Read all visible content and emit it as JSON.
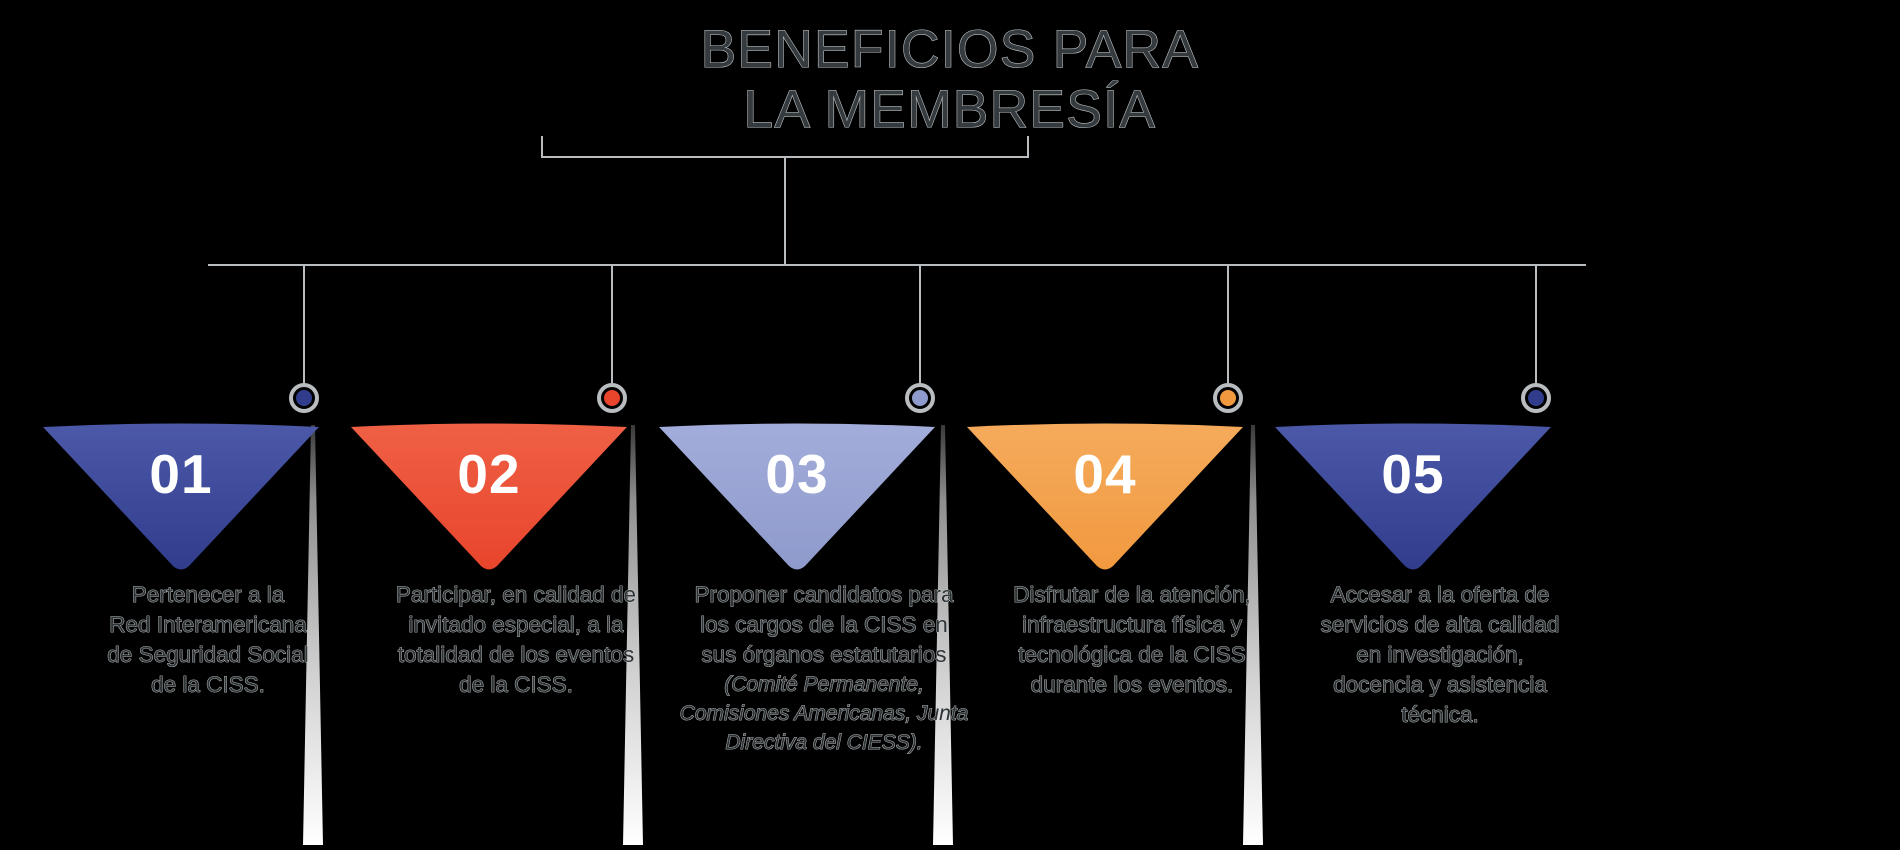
{
  "title": {
    "line1": "BENEFICIOS PARA",
    "line2": "LA MEMBRESÍA"
  },
  "colors": {
    "background": "#000000",
    "connector": "#b9bdbf",
    "title_text": "#343a3d",
    "title_outline": "#c9cdcf",
    "caption_text": "#2e3335",
    "caption_outline": "#cfd3d5",
    "number_text": "#ffffff"
  },
  "items": [
    {
      "number": "01",
      "color": "#313d8c",
      "color_light": "#4c58a8",
      "dot_color": "#313d8c",
      "text": "Pertenecer a la Red Interamericana de Seguridad Social de la CISS.",
      "lines": [
        "Pertenecer a la",
        "Red Interamericana",
        "de Seguridad Social",
        "de la CISS."
      ],
      "note": ""
    },
    {
      "number": "02",
      "color": "#e8452c",
      "color_light": "#ef6045",
      "dot_color": "#e8452c",
      "text": "Participar, en calidad de invitado especial, a la totalidad de los eventos de la CISS.",
      "lines": [
        "Participar, en calidad de",
        "invitado especial, a la",
        "totalidad de los eventos",
        "de la CISS."
      ],
      "note": ""
    },
    {
      "number": "03",
      "color": "#8e9acb",
      "color_light": "#a3addb",
      "dot_color": "#8e9acb",
      "text": "Proponer candidatos para los cargos de la CISS en sus órganos estatutarios",
      "lines": [
        "Proponer candidatos para",
        "los cargos de la CISS en",
        "sus órganos estatutarios"
      ],
      "note": "(Comité Permanente, Comisiones Americanas, Junta Directiva del CIESS)."
    },
    {
      "number": "04",
      "color": "#f1993f",
      "color_light": "#f5ab5c",
      "dot_color": "#f1993f",
      "text": "Disfrutar de la atención, infraestructura física y tecnológica de la CISS durante los eventos.",
      "lines": [
        "Disfrutar de la atención,",
        "infraestructura física y",
        "tecnológica de la CISS",
        "durante los eventos."
      ],
      "note": ""
    },
    {
      "number": "05",
      "color": "#313d8c",
      "color_light": "#4c58a8",
      "dot_color": "#313d8c",
      "text": "Accesar a la oferta de servicios de alta calidad en investigación, docencia y asistencia técnica.",
      "lines": [
        "Accesar a la oferta de",
        "servicios de alta calidad",
        "en investigación,",
        "docencia y asistencia",
        "técnica."
      ],
      "note": ""
    }
  ],
  "separators": [
    {
      "name": "separator-1-2"
    },
    {
      "name": "separator-2-3"
    },
    {
      "name": "separator-3-4"
    },
    {
      "name": "separator-4-5"
    }
  ]
}
